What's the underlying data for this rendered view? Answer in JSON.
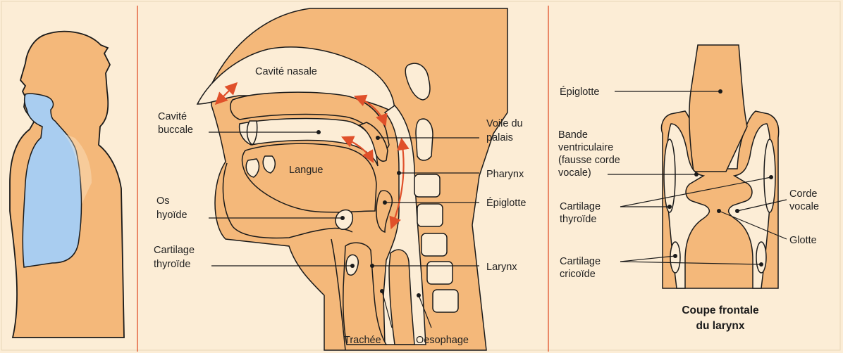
{
  "colors": {
    "background": "#fcedd6",
    "tissue": "#f4b87a",
    "lung": "#a9cdf0",
    "divider": "#e0502a",
    "arrow": "#e0502a",
    "outline": "#1a1a1a"
  },
  "sagittal": {
    "labels": {
      "cavite_nasale": "Cavité nasale",
      "cavite_buccale_1": "Cavité",
      "cavite_buccale_2": "buccale",
      "langue": "Langue",
      "os_hyoide_1": "Os",
      "os_hyoide_2": "hyoïde",
      "cartilage_thyroide_1": "Cartilage",
      "cartilage_thyroide_2": "thyroïde",
      "voile_palais_1": "Voile du",
      "voile_palais_2": "palais",
      "pharynx": "Pharynx",
      "epiglotte": "Épiglotte",
      "larynx": "Larynx",
      "trachee": "Trachée",
      "oesophage": "Oesophage"
    }
  },
  "frontal": {
    "labels": {
      "epiglotte": "Épiglotte",
      "bande_1": "Bande",
      "bande_2": "ventriculaire",
      "bande_3": "(fausse corde",
      "bande_4": "vocale)",
      "cartilage_thyroide_1": "Cartilage",
      "cartilage_thyroide_2": "thyroïde",
      "cartilage_cricoide_1": "Cartilage",
      "cartilage_cricoide_2": "cricoïde",
      "corde_vocale_1": "Corde",
      "corde_vocale_2": "vocale",
      "glotte": "Glotte"
    },
    "title_1": "Coupe frontale",
    "title_2": "du larynx"
  }
}
